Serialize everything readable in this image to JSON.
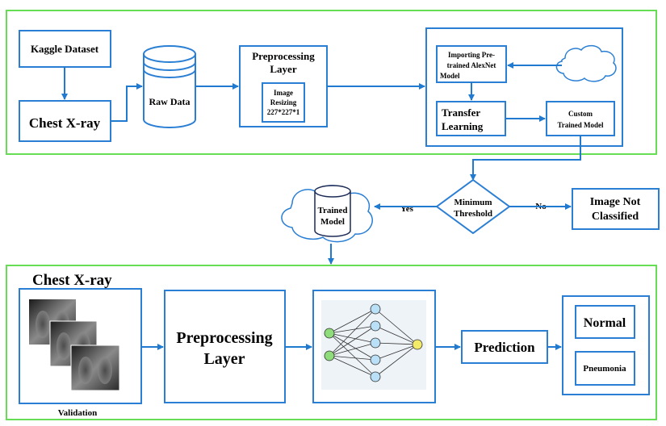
{
  "colors": {
    "panel_border": "#66dd55",
    "box_border": "#2a7fd4",
    "arrow": "#1f7ad0",
    "node_green": "#8fdc7a",
    "node_blue": "#b9e0f7",
    "node_yellow": "#f3ea6a",
    "nn_background": "#eef3f8"
  },
  "top_panel": {
    "kaggle": "Kaggle Dataset",
    "chest_xray": "Chest X-ray",
    "raw_data": "Raw Data",
    "preproc_title_1": "Preprocessing",
    "preproc_title_2": "Layer",
    "resize_1": "Image",
    "resize_2": "Resizing",
    "resize_3": "227*227*1",
    "importing_1": "Importing Pre-",
    "importing_2": "trained AlexNet",
    "importing_3": "Model",
    "transfer_1": "Transfer",
    "transfer_2": "Learning",
    "custom_1": "Custom",
    "custom_2": "Trained Model"
  },
  "middle": {
    "trained_1": "Trained",
    "trained_2": "Model",
    "threshold_1": "Minimum",
    "threshold_2": "Threshold",
    "yes": "Yes",
    "no": "No",
    "not_classified_1": "Image Not",
    "not_classified_2": "Classified"
  },
  "bottom_panel": {
    "chest_xray": "Chest X-ray",
    "validation": "Validation",
    "preproc_1": "Preprocessing",
    "preproc_2": "Layer",
    "prediction": "Prediction",
    "normal": "Normal",
    "pneumonia": "Pneumonia"
  }
}
